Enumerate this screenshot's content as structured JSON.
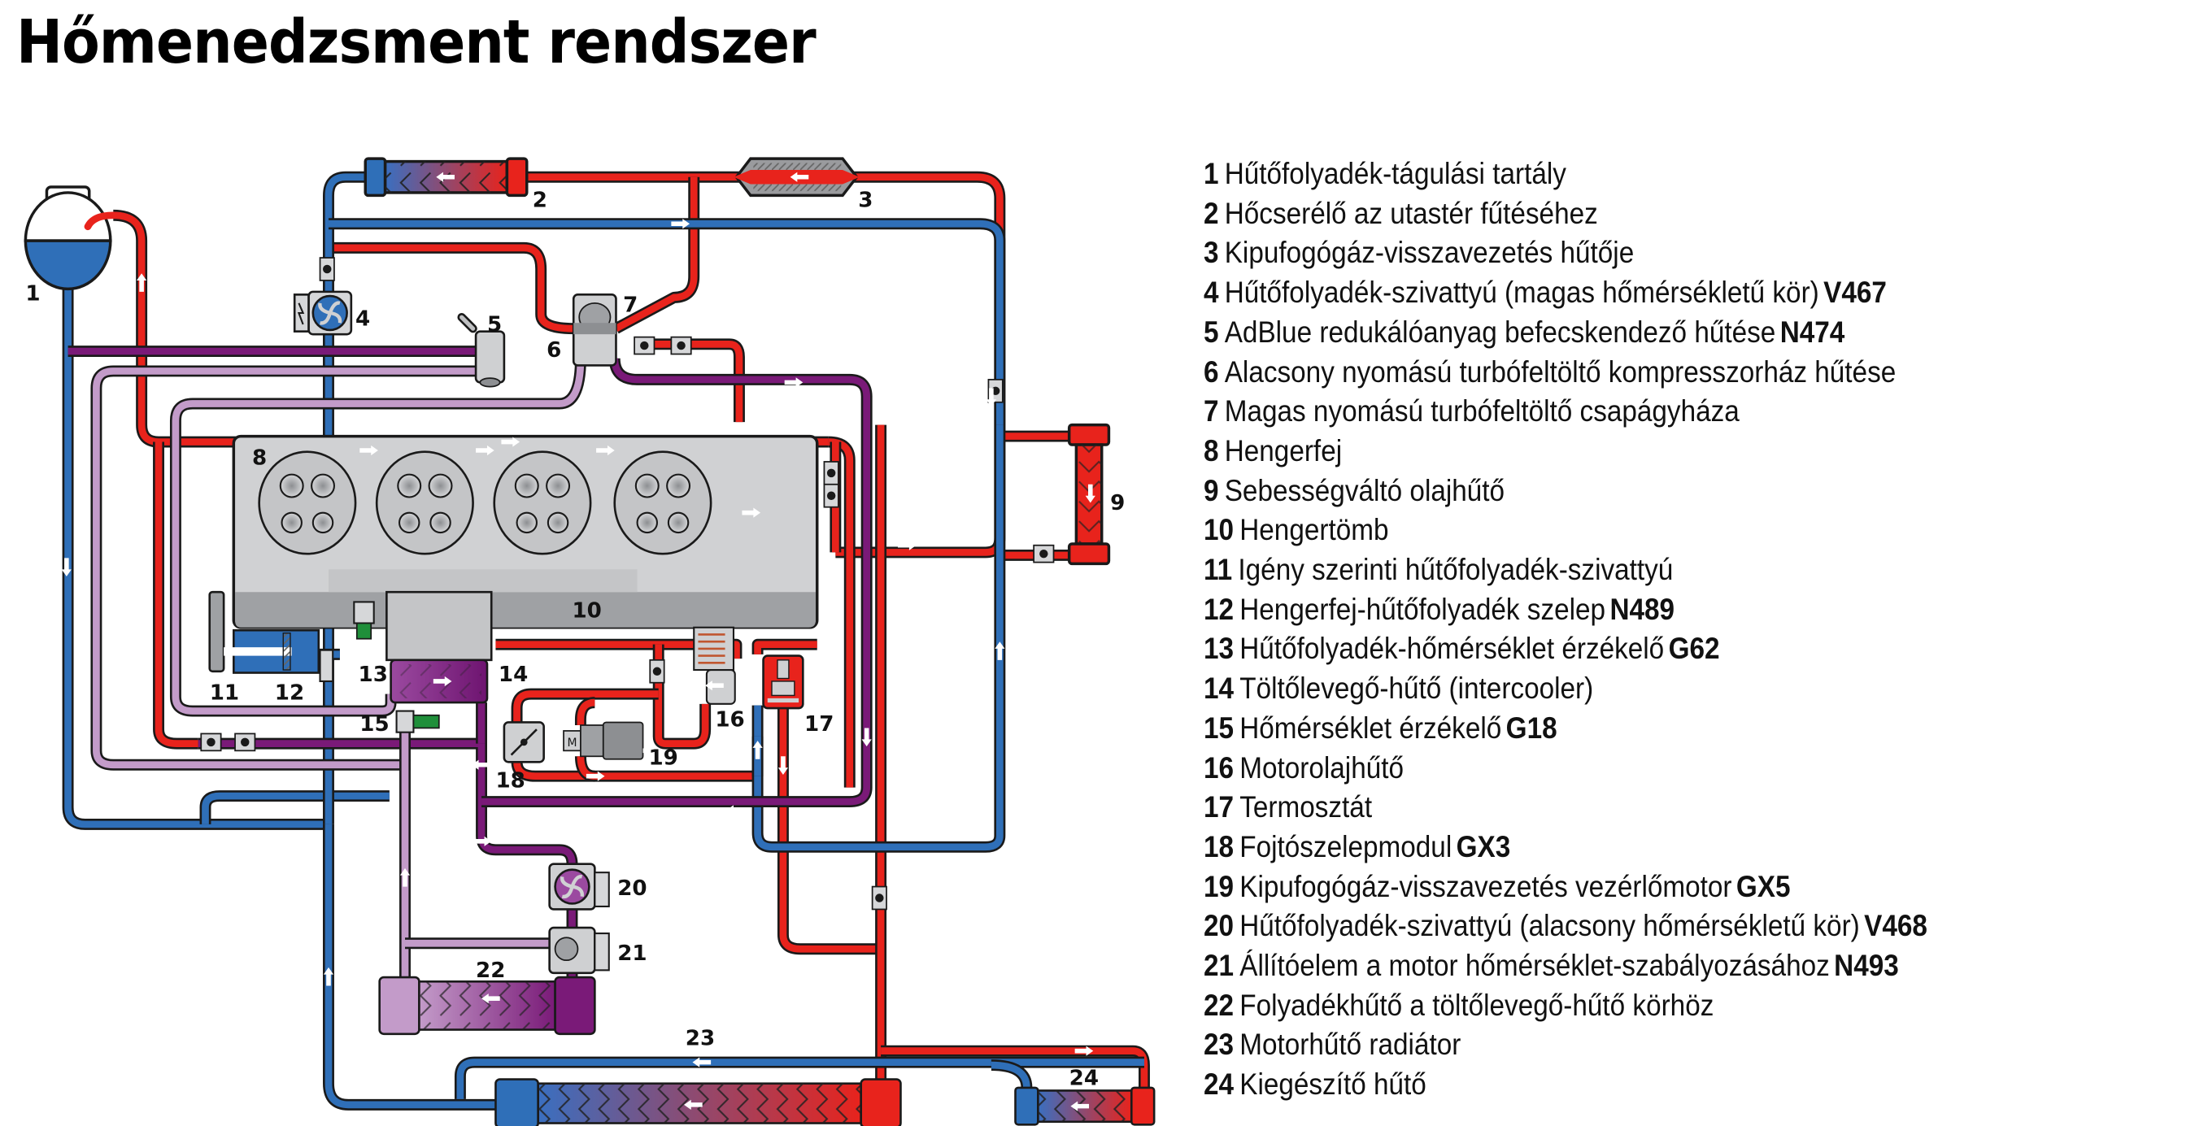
{
  "title": "Hőmenedzsment rendszer",
  "colors": {
    "hot": "#e8231c",
    "cold": "#2f6fb8",
    "charge_air_hot": "#7a1a78",
    "charge_air_cold": "#c39bc9",
    "engine_head": "#d0d1d3",
    "engine_block": "#9fa1a4"
  },
  "diagram_labels": {
    "c1": "1",
    "c2": "2",
    "c3": "3",
    "c4": "4",
    "c5": "5",
    "c6": "6",
    "c7": "7",
    "c8": "8",
    "c9": "9",
    "c10": "10",
    "c11": "11",
    "c12": "12",
    "c13": "13",
    "c14": "14",
    "c15": "15",
    "c16": "16",
    "c17": "17",
    "c18": "18",
    "c19": "19",
    "c20": "20",
    "c21": "21",
    "c22": "22",
    "c23": "23",
    "c24": "24",
    "motor_symbol": "M"
  },
  "legend": [
    {
      "num": "1",
      "text": "Hűtőfolyadék-tágulási tartály",
      "code": ""
    },
    {
      "num": "2",
      "text": "Hőcserélő az utastér fűtéséhez",
      "code": ""
    },
    {
      "num": "3",
      "text": "Kipufogógáz-visszavezetés hűtője",
      "code": ""
    },
    {
      "num": "4",
      "text": "Hűtőfolyadék-szivattyú (magas hőmérsékletű kör)",
      "code": "V467"
    },
    {
      "num": "5",
      "text": "AdBlue redukálóanyag befecskendező hűtése",
      "code": "N474"
    },
    {
      "num": "6",
      "text": "Alacsony nyomású turbófeltöltő kompresszorház hűtése",
      "code": ""
    },
    {
      "num": "7",
      "text": "Magas nyomású turbófeltöltő csapágyháza",
      "code": ""
    },
    {
      "num": "8",
      "text": "Hengerfej",
      "code": ""
    },
    {
      "num": "9",
      "text": "Sebességváltó olajhűtő",
      "code": ""
    },
    {
      "num": "10",
      "text": "Hengertömb",
      "code": ""
    },
    {
      "num": "11",
      "text": "Igény szerinti hűtőfolyadék-szivattyú",
      "code": ""
    },
    {
      "num": "12",
      "text": "Hengerfej-hűtőfolyadék szelep",
      "code": "N489"
    },
    {
      "num": "13",
      "text": "Hűtőfolyadék-hőmérséklet érzékelő",
      "code": "G62"
    },
    {
      "num": "14",
      "text": "Töltőlevegő-hűtő (intercooler)",
      "code": ""
    },
    {
      "num": "15",
      "text": "Hőmérséklet érzékelő",
      "code": "G18"
    },
    {
      "num": "16",
      "text": "Motorolajhűtő",
      "code": ""
    },
    {
      "num": "17",
      "text": "Termosztát",
      "code": ""
    },
    {
      "num": "18",
      "text": "Fojtószelepmodul",
      "code": "GX3"
    },
    {
      "num": "19",
      "text": "Kipufogógáz-visszavezetés vezérlőmotor",
      "code": "GX5"
    },
    {
      "num": "20",
      "text": "Hűtőfolyadék-szivattyú (alacsony hőmérsékletű kör)",
      "code": "V468"
    },
    {
      "num": "21",
      "text": "Állítóelem a motor hőmérséklet-szabályozásához",
      "code": "N493"
    },
    {
      "num": "22",
      "text": "Folyadékhűtő a töltőlevegő-hűtő körhöz",
      "code": ""
    },
    {
      "num": "23",
      "text": "Motorhűtő radiátor",
      "code": ""
    },
    {
      "num": "24",
      "text": "Kiegészítő hűtő",
      "code": ""
    }
  ]
}
